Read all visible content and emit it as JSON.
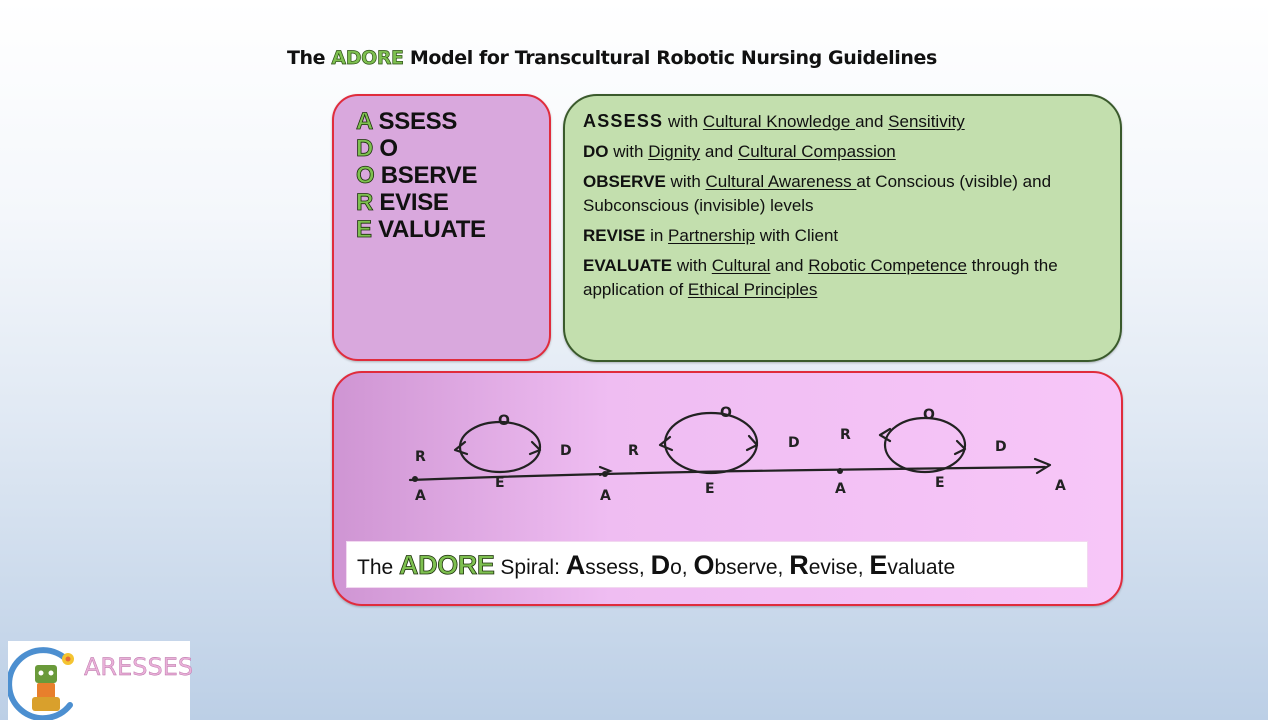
{
  "title": {
    "prefix": "The ",
    "highlight": "ADORE",
    "suffix": " Model for Transcultural Robotic Nursing Guidelines"
  },
  "acronym": [
    {
      "letter": "A",
      "rest": " SSESS"
    },
    {
      "letter": "D",
      "rest": " O"
    },
    {
      "letter": "O",
      "rest": " BSERVE"
    },
    {
      "letter": "R",
      "rest": " EVISE"
    },
    {
      "letter": "E",
      "rest": " VALUATE"
    }
  ],
  "descriptions": {
    "assess": {
      "keyword": "ASSESS",
      "t1": " with ",
      "u1": "Cultural Knowledge ",
      "t2": "and ",
      "u2": "Sensitivity"
    },
    "do": {
      "keyword": "DO",
      "t1": " with ",
      "u1": "Dignity",
      "t2": " and ",
      "u2": "Cultural Compassion"
    },
    "observe": {
      "keyword": "OBSERVE",
      "t1": " with ",
      "u1": "Cultural Awareness ",
      "t2": "at Conscious (visible) and Subconscious (invisible) levels"
    },
    "revise": {
      "keyword": "REVISE",
      "t1": " in ",
      "u1": "Partnership",
      "t2": " with Client"
    },
    "evaluate": {
      "keyword": "EVALUATE",
      "t1": " with ",
      "u1": "Cultural",
      "t2": " and ",
      "u2": "Robotic Competence",
      "t3": " through the application of ",
      "u3": "Ethical Principles"
    }
  },
  "spiral_labels": {
    "a": "A",
    "d": "D",
    "o": "O",
    "r": "R",
    "e": "E"
  },
  "caption": {
    "the": "The ",
    "adore": "ADORE",
    "spiral": " Spiral:  ",
    "items": [
      {
        "letter": "A",
        "rest": "ssess, "
      },
      {
        "letter": "D",
        "rest": "o, "
      },
      {
        "letter": "O",
        "rest": "bserve, "
      },
      {
        "letter": "R",
        "rest": "evise, "
      },
      {
        "letter": "E",
        "rest": "valuate"
      }
    ]
  },
  "logo": {
    "text": "ARESSES",
    "icon": "caresses-robot-logo-icon"
  },
  "colors": {
    "acronym_box": "#d9a8dd",
    "desc_box": "#c3dfae",
    "spiral_box": "#f7c6f8",
    "border_red": "#e02c3c",
    "border_green": "#3a5a2c",
    "highlight_green": "#7ec050"
  }
}
